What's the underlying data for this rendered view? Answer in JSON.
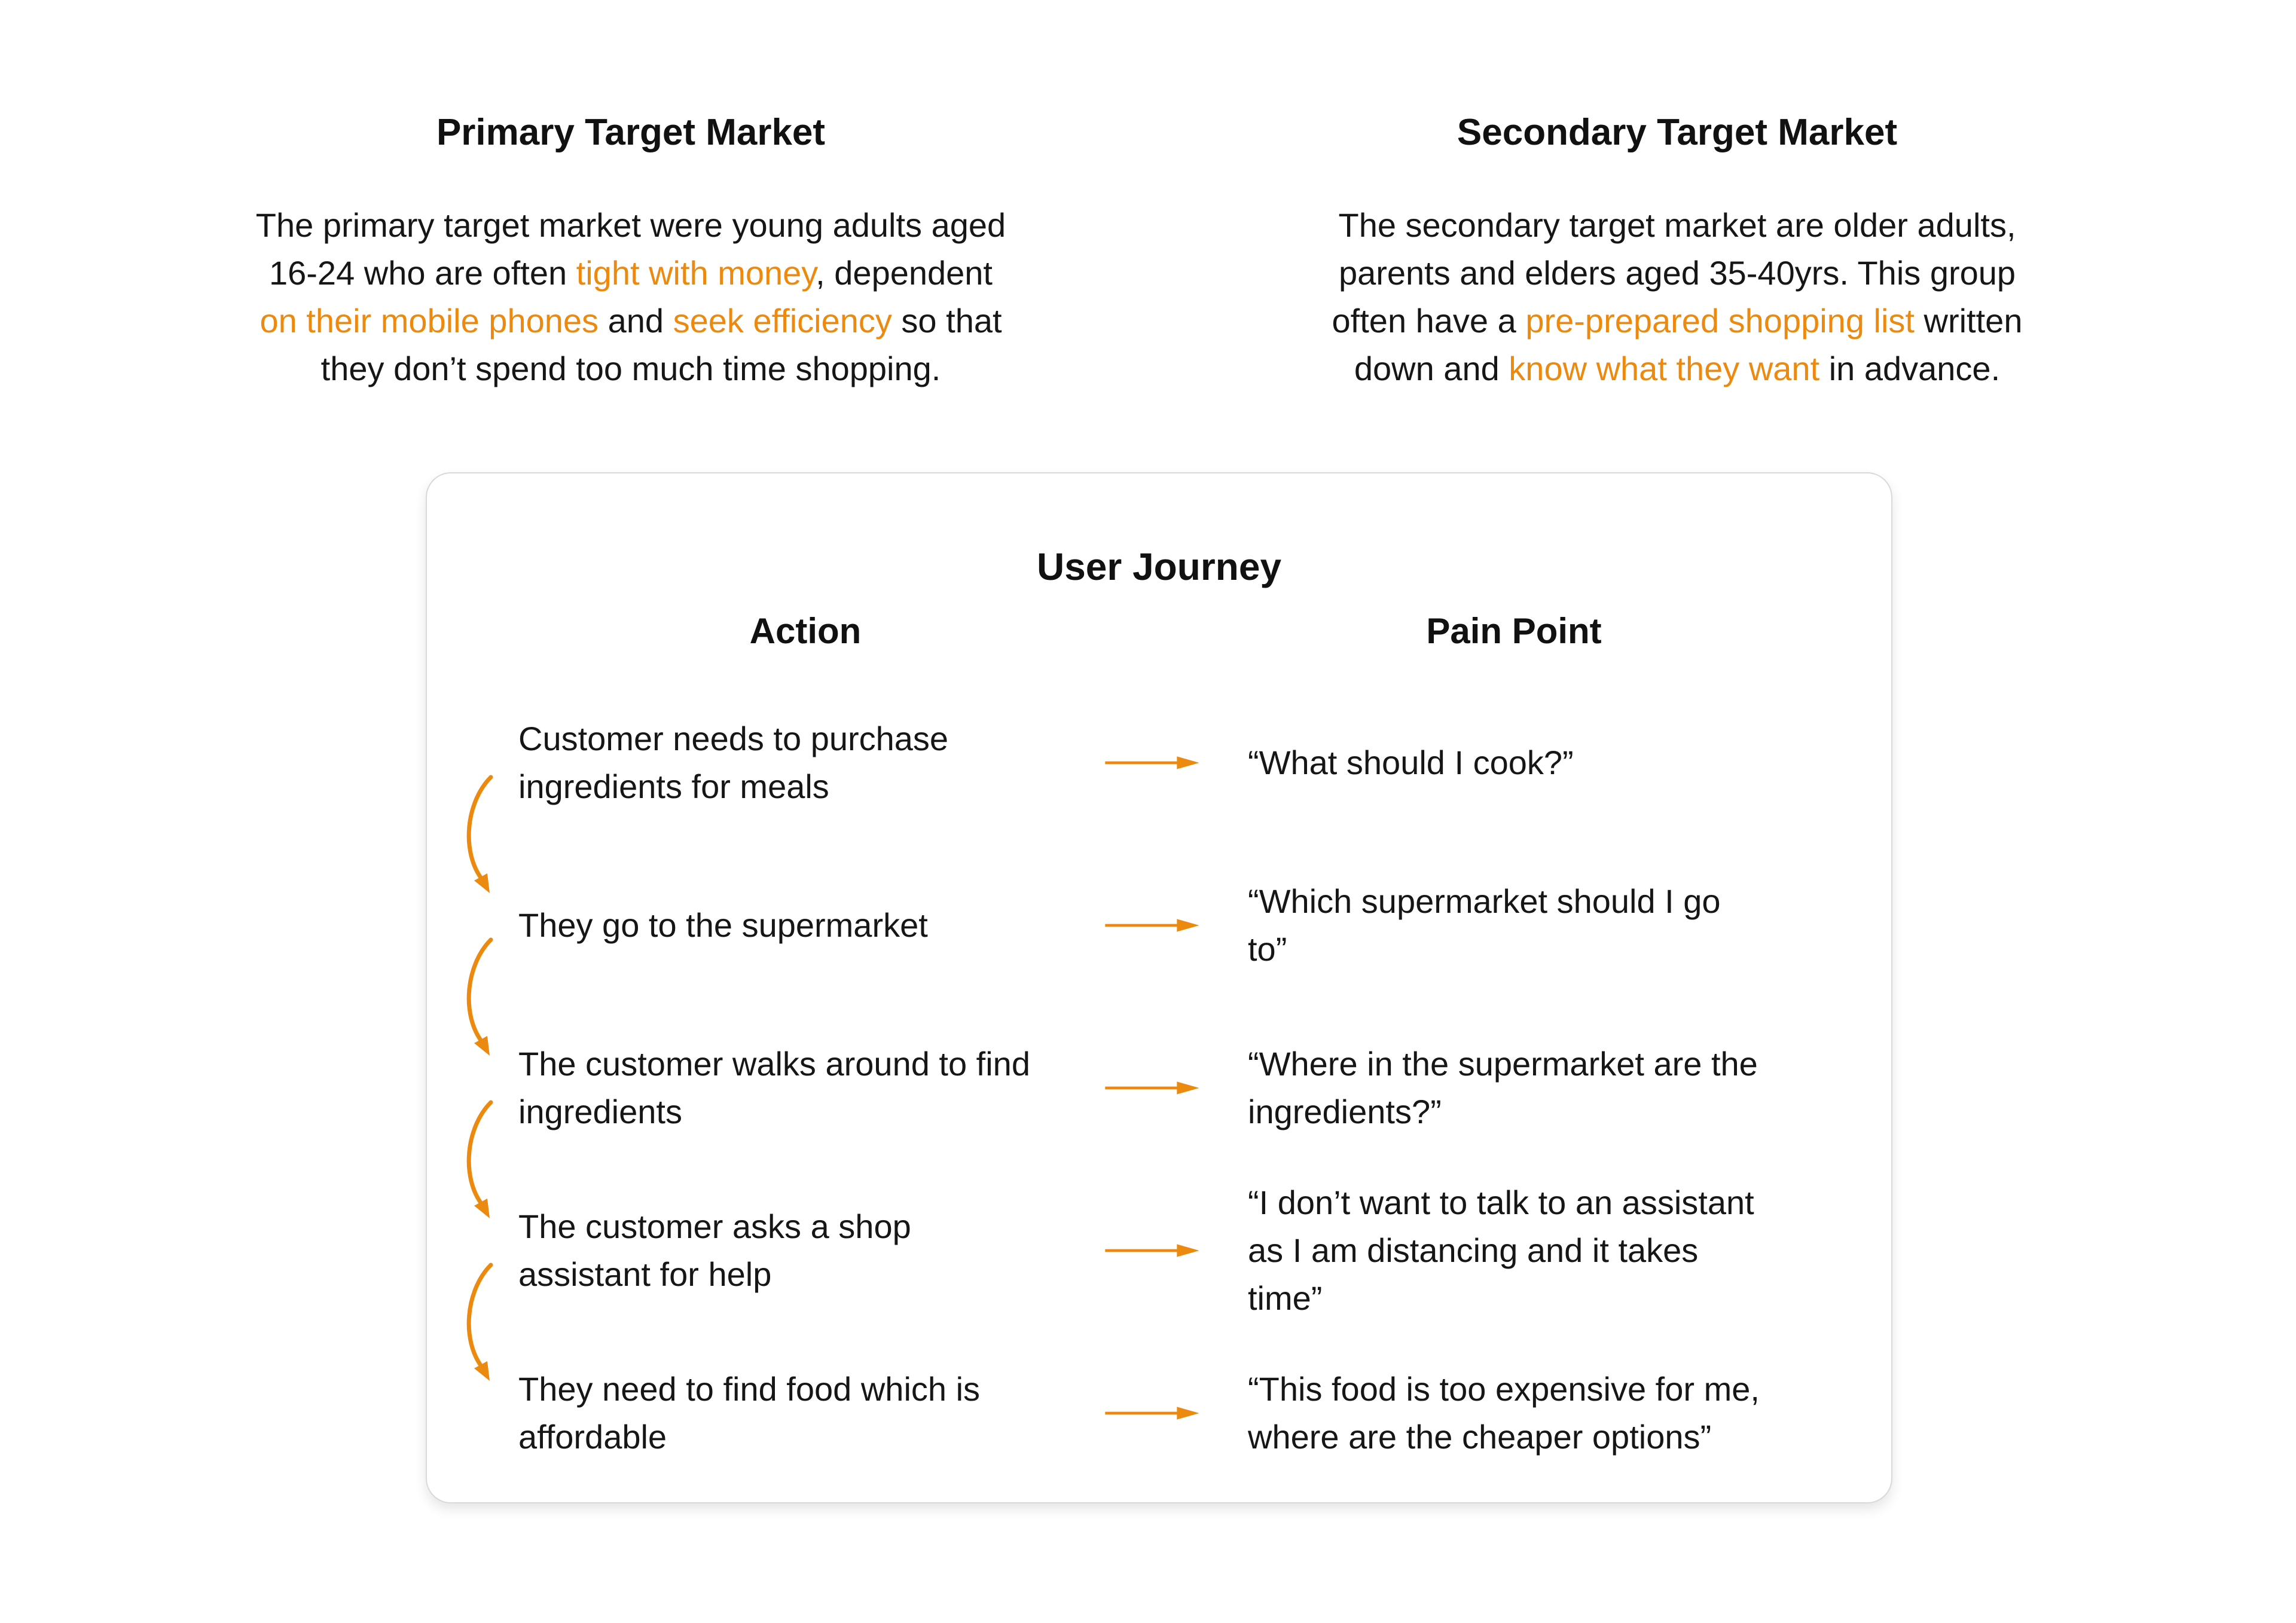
{
  "theme": {
    "accent_orange": "#EC8A10",
    "text_color": "#161616",
    "card_border": "#D9D9D9",
    "background": "#FFFFFF"
  },
  "primary_market": {
    "title": "Primary Target Market",
    "paragraph": [
      {
        "text": "The primary target market were young adults aged\n16-24 who are often ",
        "highlight": false
      },
      {
        "text": "tight with money",
        "highlight": true
      },
      {
        "text": ", dependent\n",
        "highlight": false
      },
      {
        "text": "on their mobile phones",
        "highlight": true
      },
      {
        "text": " and ",
        "highlight": false
      },
      {
        "text": "seek efficiency",
        "highlight": true
      },
      {
        "text": " so that\nthey don’t spend too much time shopping.",
        "highlight": false
      }
    ]
  },
  "secondary_market": {
    "title": "Secondary Target Market",
    "paragraph": [
      {
        "text": "The secondary target market are older adults,\nparents and elders aged 35-40yrs. This group\noften have a ",
        "highlight": false
      },
      {
        "text": "pre-prepared shopping list",
        "highlight": true
      },
      {
        "text": " written\ndown and ",
        "highlight": false
      },
      {
        "text": "know what they want",
        "highlight": true
      },
      {
        "text": " in advance.",
        "highlight": false
      }
    ]
  },
  "user_journey": {
    "title": "User Journey",
    "columns": {
      "action": "Action",
      "pain": "Pain Point"
    },
    "rows": [
      {
        "action": "Customer needs to purchase\ningredients for meals",
        "pain": "“What should I cook?”"
      },
      {
        "action": "They go to the supermarket",
        "pain": "“Which supermarket should I go\nto”"
      },
      {
        "action": "The customer walks around to find\ningredients",
        "pain": "“Where in the supermarket are the\ningredients?”"
      },
      {
        "action": "The customer asks a shop\nassistant for help",
        "pain": "“I don’t want to talk to an assistant\nas I am distancing and it takes\ntime”"
      },
      {
        "action": "They need to find food which is\naffordable",
        "pain": "“This food is too expensive for me,\nwhere are the cheaper options”"
      }
    ]
  }
}
